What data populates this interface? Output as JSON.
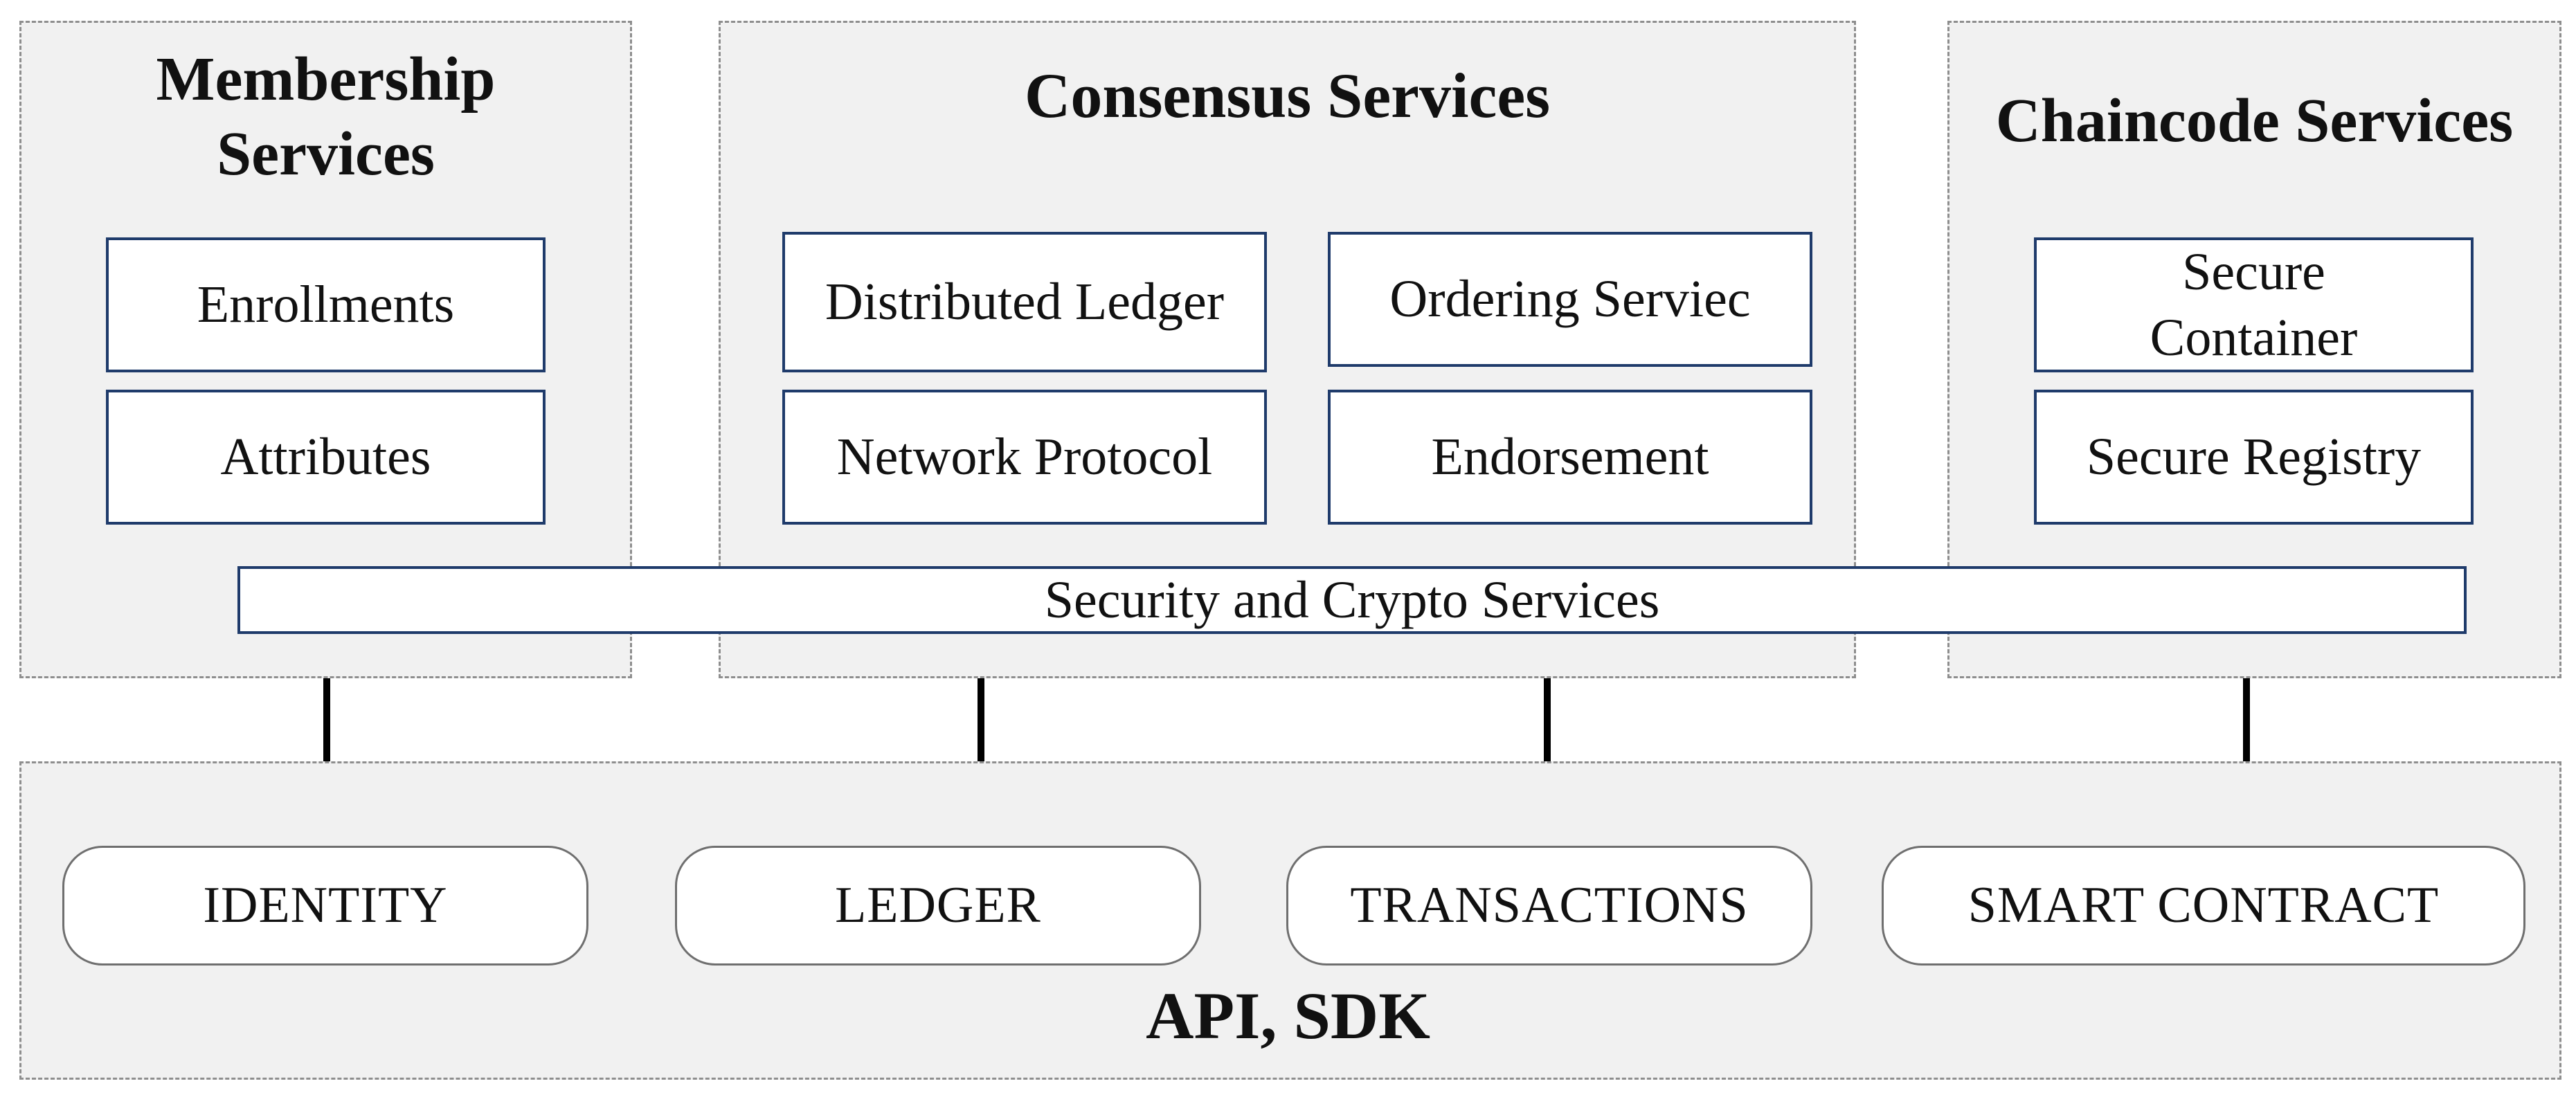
{
  "membership": {
    "title": "Membership\nServices",
    "items": [
      "Enrollments",
      "Attributes"
    ]
  },
  "consensus": {
    "title": "Consensus Services",
    "items": [
      "Distributed Ledger",
      "Ordering Serviec",
      "Network Protocol",
      "Endorsement"
    ]
  },
  "chaincode": {
    "title": "Chaincode Services",
    "items": [
      "Secure\nContainer",
      "Secure Registry"
    ]
  },
  "security_bar": "Security and Crypto Services",
  "api": {
    "title": "API, SDK",
    "items": [
      "IDENTITY",
      "LEDGER",
      "TRANSACTIONS",
      "SMART CONTRACT"
    ]
  },
  "colors": {
    "box_border": "#1f3b6b",
    "group_fill": "#f1f1f1",
    "group_border": "#8e8e8e",
    "connector": "#000000"
  }
}
